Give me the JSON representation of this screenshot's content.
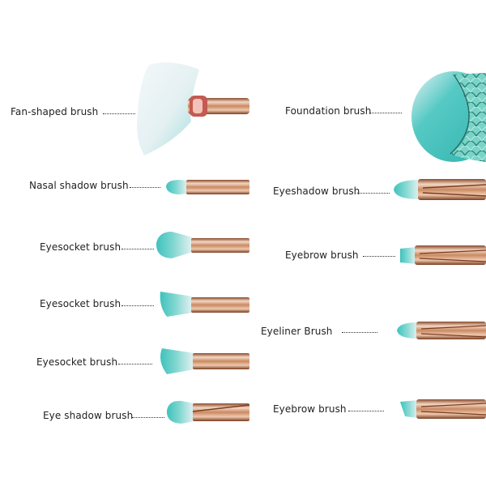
{
  "left_labels": [
    "Fan-shaped brush",
    "Nasal shadow brush",
    "Eyesocket brush",
    "Eyesocket brush",
    "Eyesocket brush",
    "Eye shadow brush"
  ],
  "right_labels": [
    "Foundation brush",
    "Eyeshadow brush",
    "Eyebrow brush",
    "Eyeliner Brush",
    "Eyebrow brush"
  ],
  "colors": {
    "bristle_tip": "#e8f2f3",
    "bristle_base": "#4cc8c4",
    "handle_gold": "#c98a63",
    "handle_shine": "#f3d7c3",
    "handle_dark": "#7a3e22",
    "mermaid_scale": "#6fd2c4"
  }
}
